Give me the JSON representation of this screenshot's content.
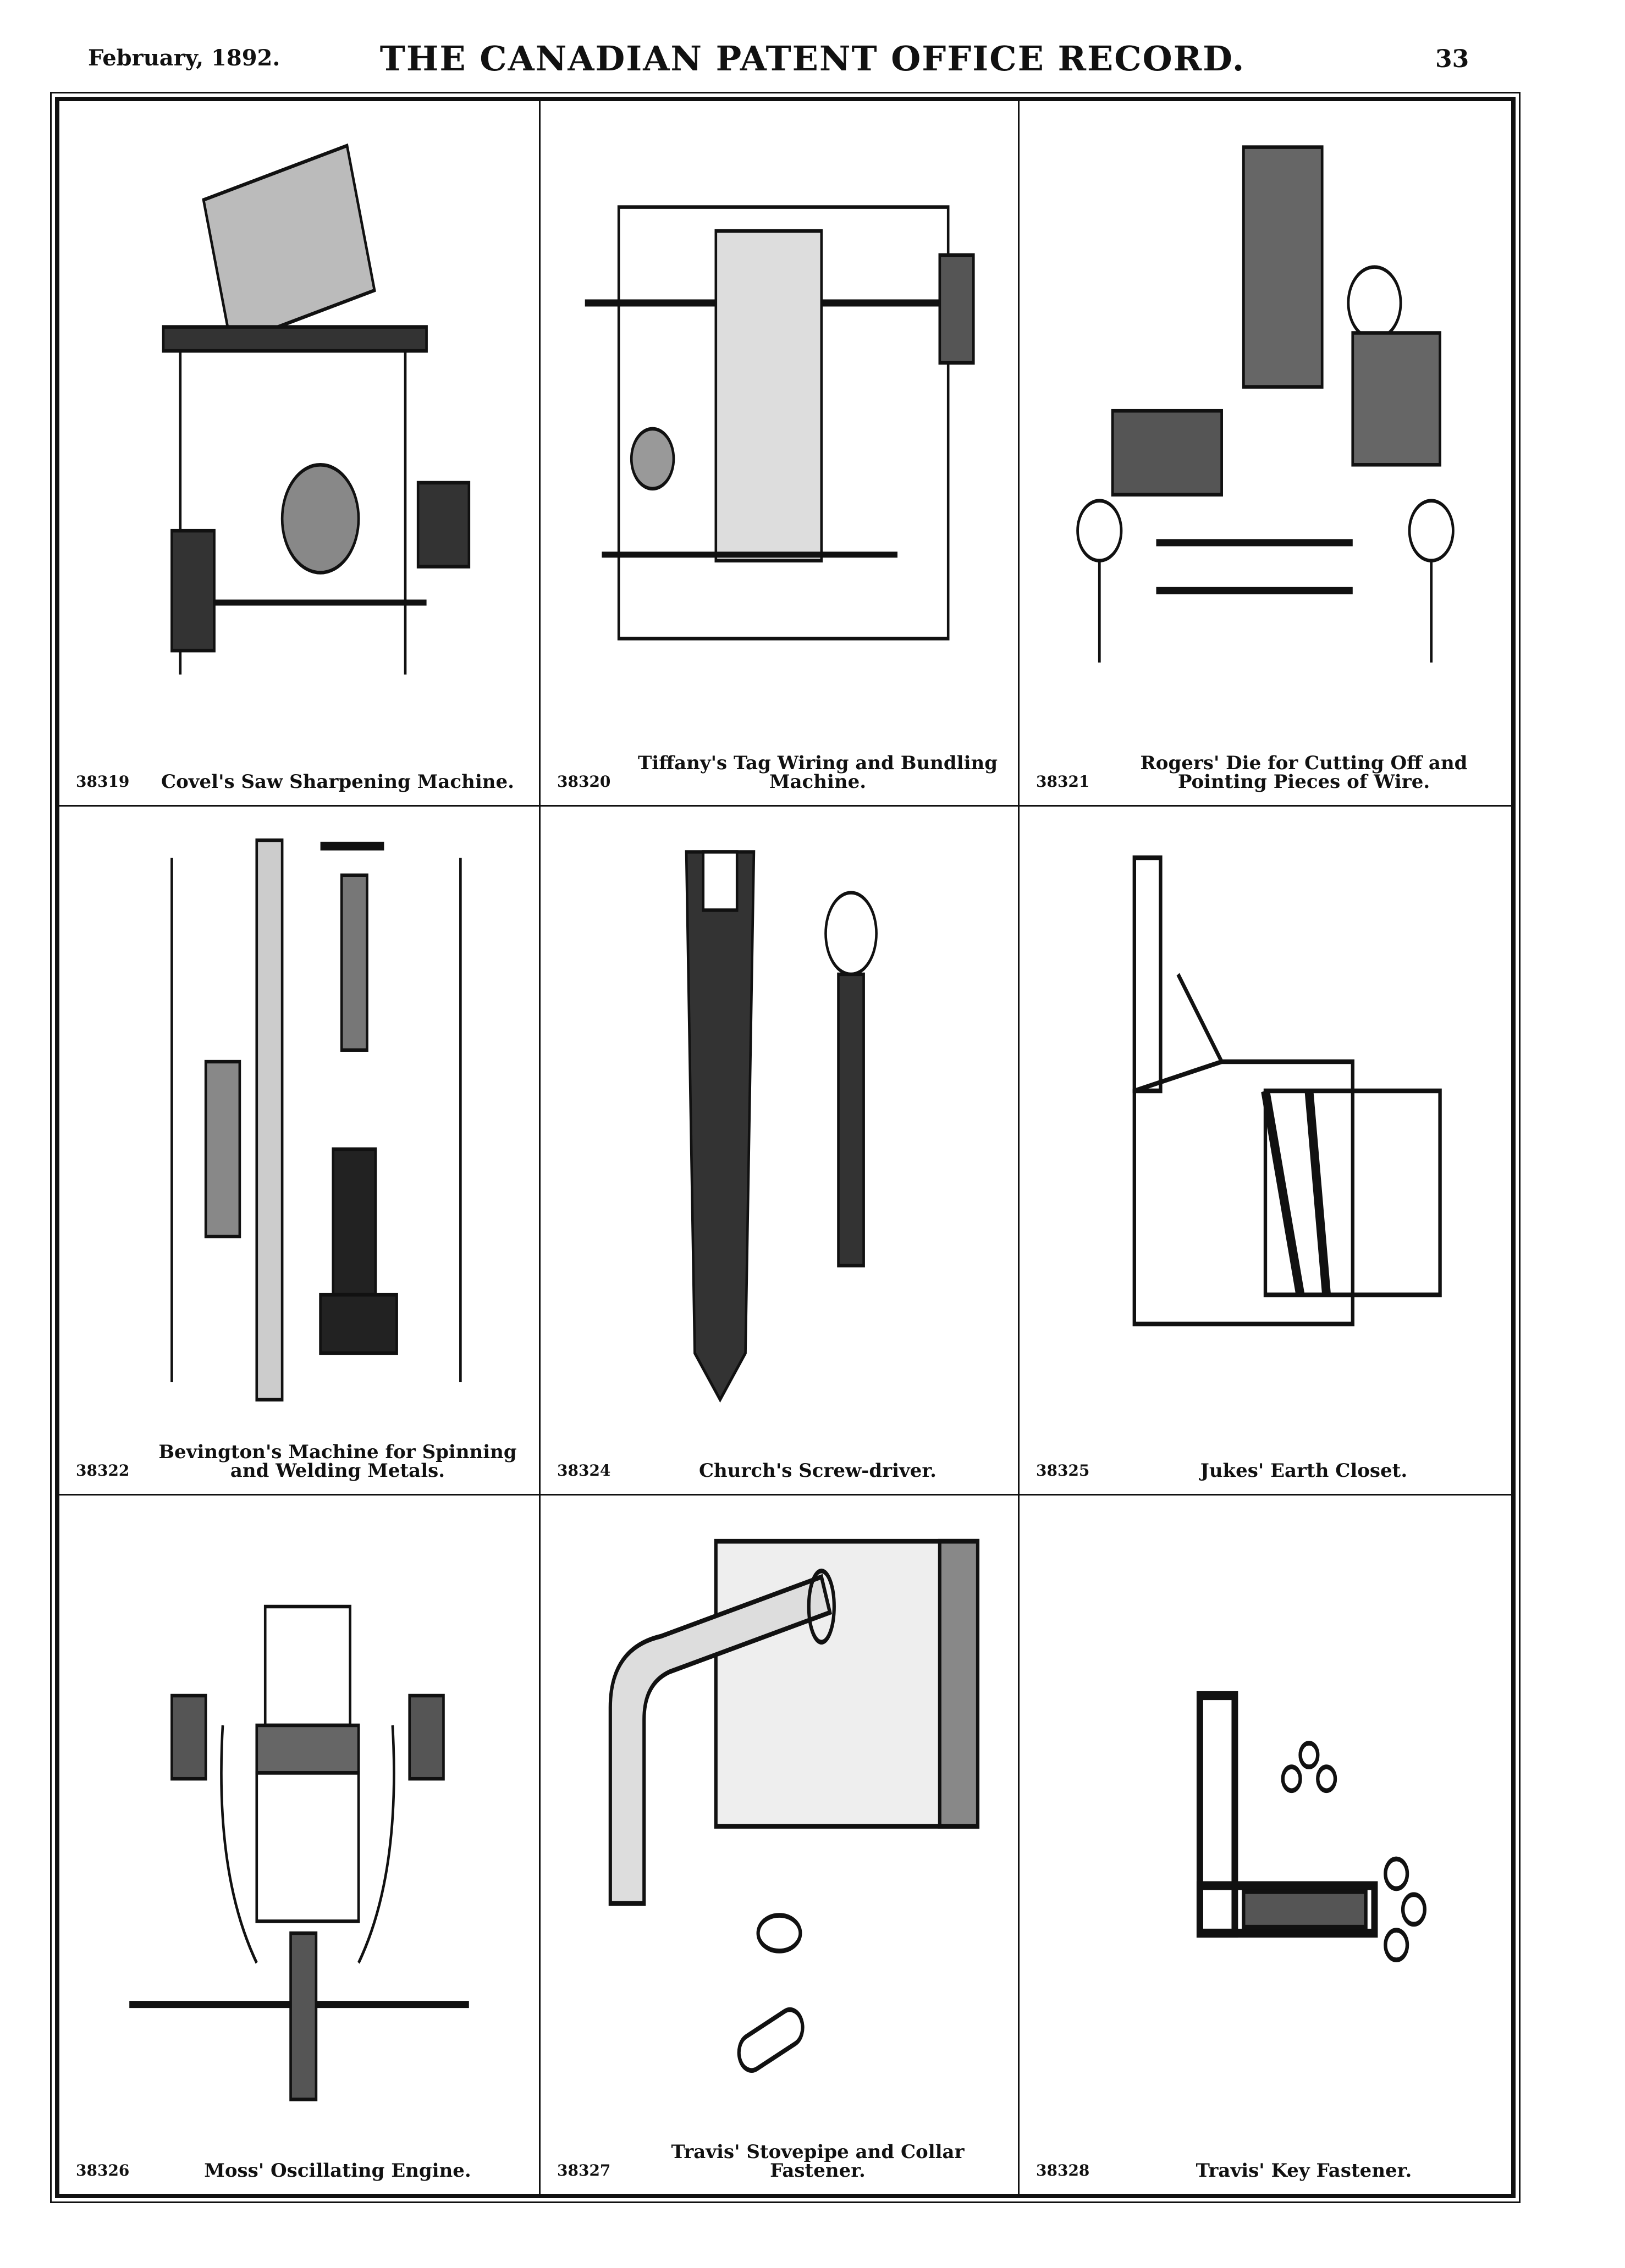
{
  "header": {
    "date": "February, 1892.",
    "title": "THE CANADIAN PATENT OFFICE RECORD.",
    "page": "33"
  },
  "patents": [
    {
      "number": "38319",
      "title": "Covel's Saw Sharpening Machine."
    },
    {
      "number": "38320",
      "title": "Tiffany's Tag Wiring and Bundling Machine."
    },
    {
      "number": "38321",
      "title": "Rogers' Die for Cutting Off and Pointing Pieces of Wire."
    },
    {
      "number": "38322",
      "title": "Bevington's Machine for Spinning and Welding Metals."
    },
    {
      "number": "38324",
      "title": "Church's Screw-driver."
    },
    {
      "number": "38325",
      "title": "Jukes' Earth Closet."
    },
    {
      "number": "38326",
      "title": "Moss' Oscillating Engine."
    },
    {
      "number": "38327",
      "title": "Travis' Stovepipe and Collar Fastener."
    },
    {
      "number": "38328",
      "title": "Travis' Key Fastener."
    }
  ]
}
